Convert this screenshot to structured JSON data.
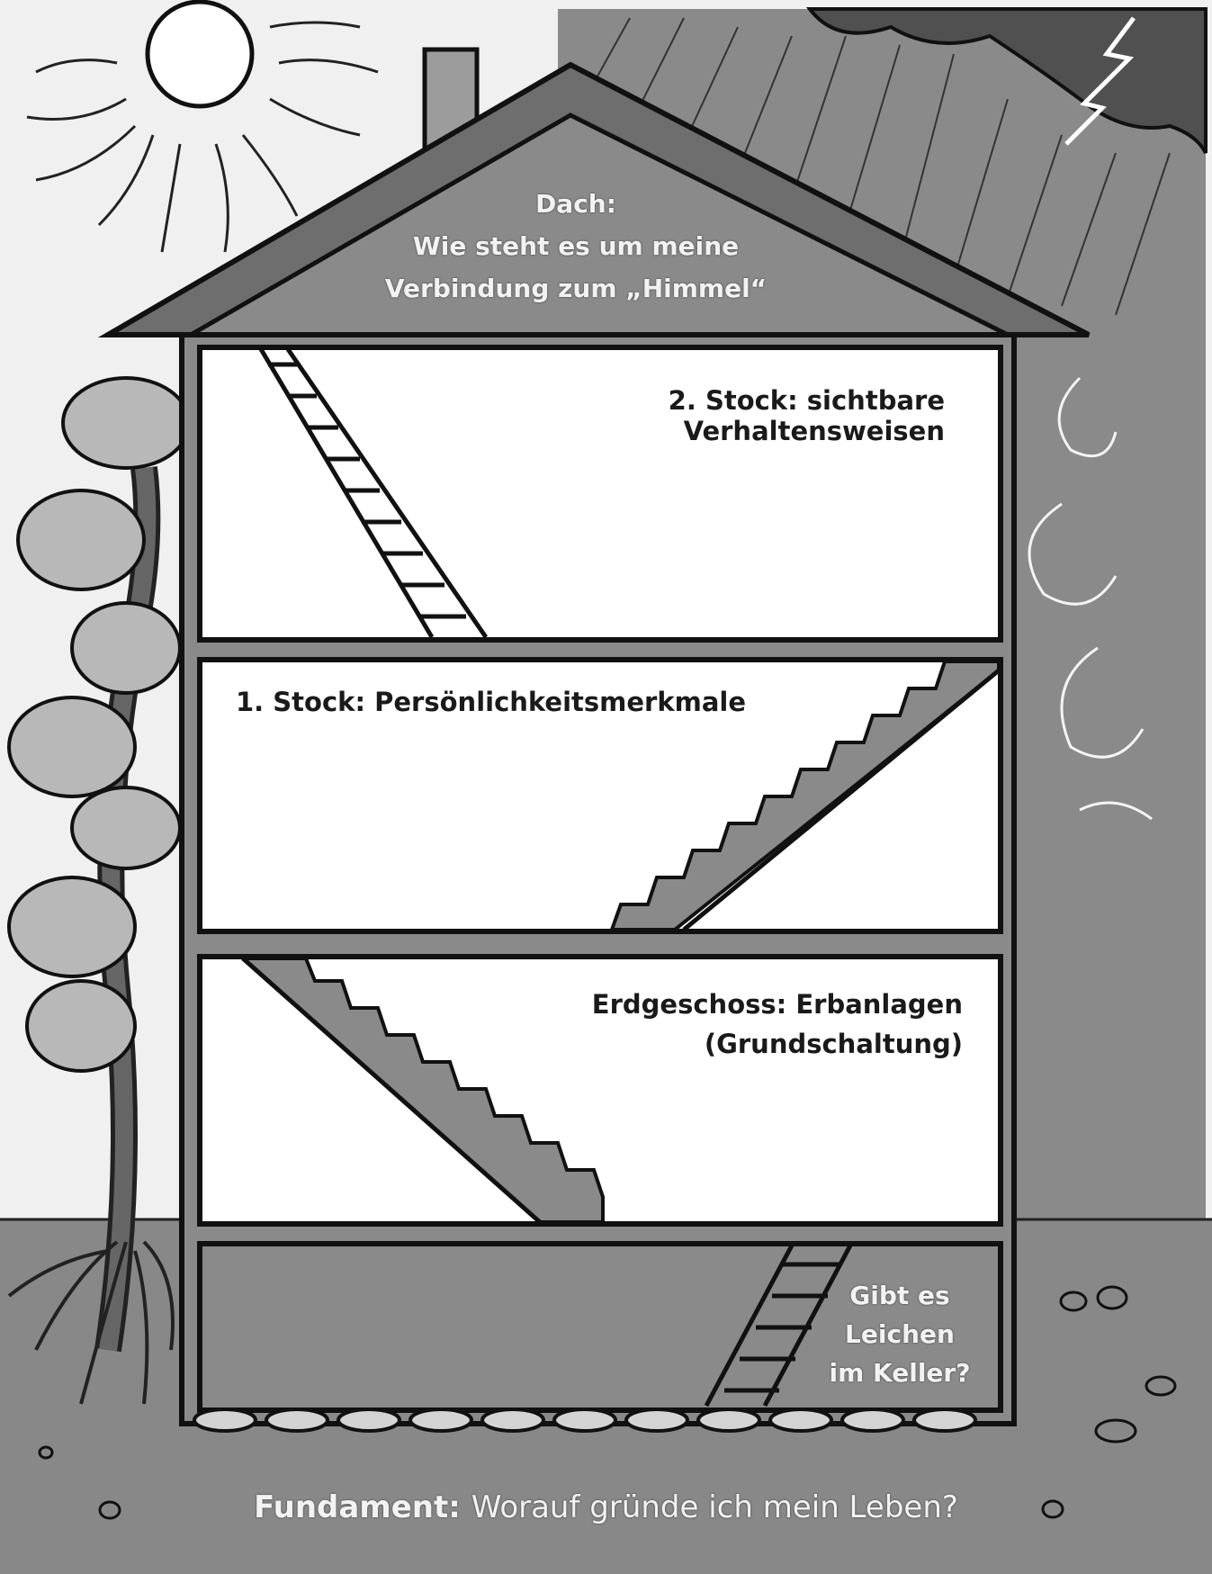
{
  "roof": {
    "title": "Dach:",
    "line1": "Wie steht es um meine",
    "line2": "Verbindung zum „Himmel“"
  },
  "floor2": {
    "label": "2. Stock: sichtbare Verhaltensweisen"
  },
  "floor1": {
    "label": "1. Stock: Persönlichkeitsmerkmale"
  },
  "ground_floor": {
    "line1": "Erdgeschoss: Erbanlagen",
    "line2": "(Grundschaltung)"
  },
  "cellar": {
    "line1": "Gibt es",
    "line2": "Leichen",
    "line3": "im Keller?"
  },
  "foundation": {
    "label": "Fundament:",
    "question": "Worauf gründe ich mein Leben?"
  }
}
